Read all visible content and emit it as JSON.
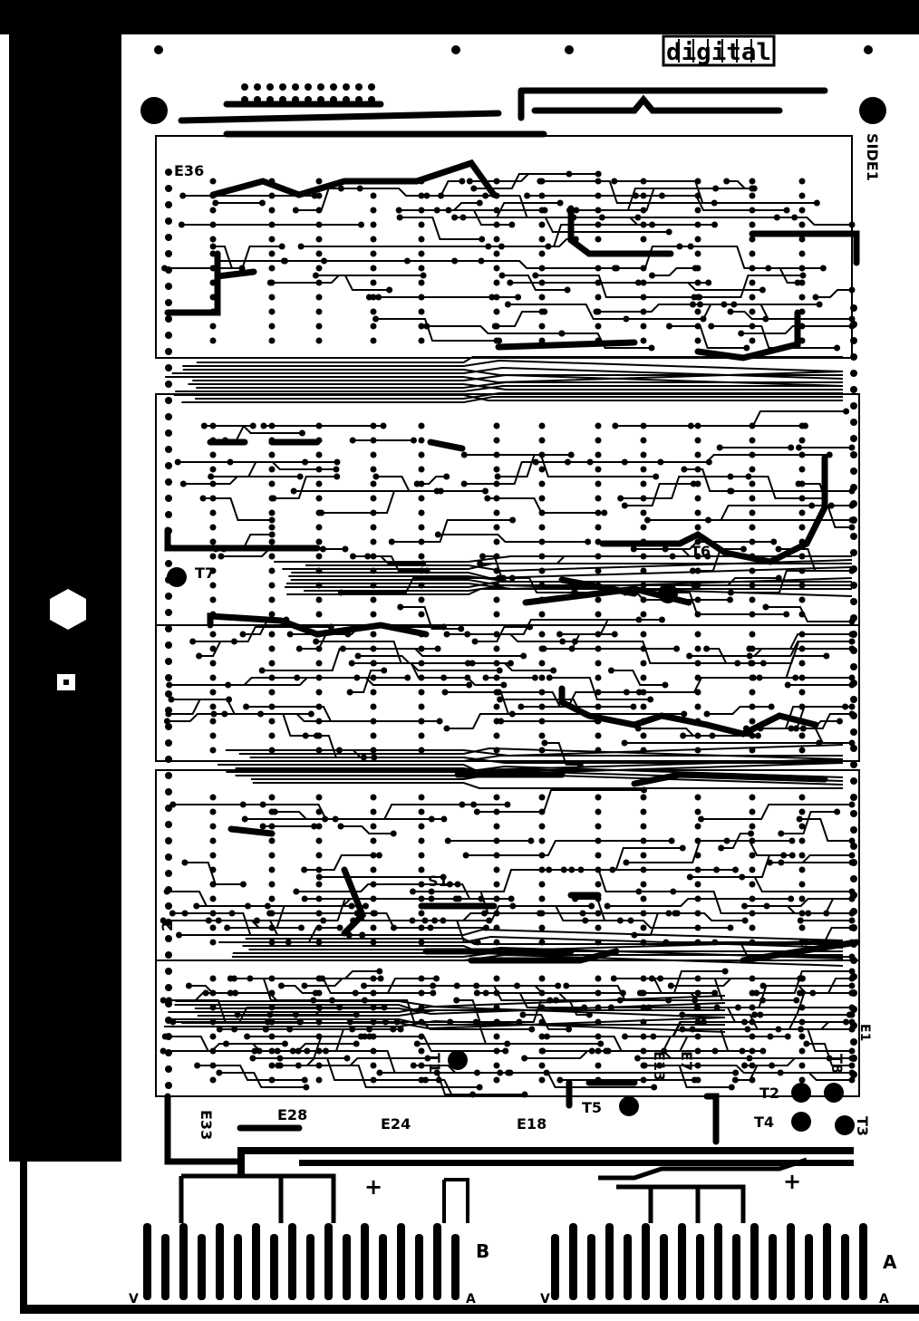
{
  "board": {
    "brand": "digital",
    "side_label": "SIDE1",
    "designators": {
      "e36": "E36",
      "e33": "E33",
      "e28": "E28",
      "e24": "E24",
      "e18": "E18",
      "e13": "E13",
      "e7": "E7",
      "e1": "E1",
      "e2": "2"
    },
    "test_points": {
      "t1": "T1",
      "t2": "T2",
      "t3": "T3",
      "t4": "T4",
      "t5": "T5",
      "t6": "T6",
      "t7": "T7",
      "t8": "T8",
      "s1": "S1"
    },
    "connector": {
      "left_plus": "+",
      "right_plus": "+",
      "row_b": "B",
      "row_a": "A",
      "left_start": "V",
      "left_end": "A",
      "right_start": "V",
      "right_end": "A",
      "finger_count_left": 18,
      "finger_count_right": 18
    },
    "colors": {
      "copper": "#000000",
      "substrate": "#ffffff"
    }
  }
}
